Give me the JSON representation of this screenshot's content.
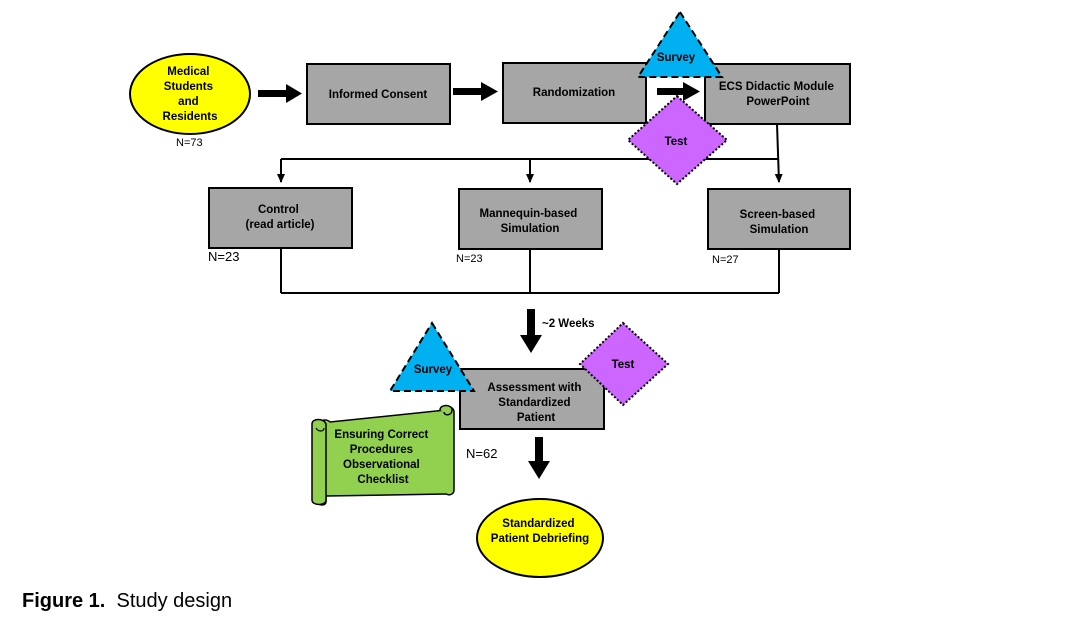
{
  "nodes": {
    "participants": [
      "Medical",
      "Students",
      "and",
      "Residents"
    ],
    "consent": [
      "Informed Consent"
    ],
    "randomization": [
      "Randomization"
    ],
    "ecs_module": [
      "ECS Didactic Module",
      "PowerPoint"
    ],
    "control": [
      "Control",
      "(read article)"
    ],
    "mannequin": [
      "Mannequin-based",
      "Simulation"
    ],
    "screen": [
      "Screen-based",
      "Simulation"
    ],
    "assessment": [
      "Assessment with",
      "Standardized",
      "Patient"
    ],
    "checklist": [
      "Ensuring Correct",
      "Procedures",
      "Observational",
      "Checklist"
    ],
    "debriefing": [
      "Standardized",
      "Patient Debriefing"
    ]
  },
  "markers": {
    "survey_top": "Survey",
    "test_top": "Test",
    "survey_bottom": "Survey",
    "test_bottom": "Test"
  },
  "counts": {
    "total": "N=73",
    "control": "N=23",
    "mannequin": "N=23",
    "screen": "N=27",
    "assessment": "N=62"
  },
  "interval": "~2 Weeks",
  "caption": {
    "label": "Figure 1.",
    "text": "Study design"
  },
  "colors": {
    "box_fill": "#a6a6a6",
    "ellipse_fill": "#ffff00",
    "survey_fill": "#00b0f0",
    "test_fill": "#cc66ff",
    "checklist_fill": "#92d050"
  }
}
